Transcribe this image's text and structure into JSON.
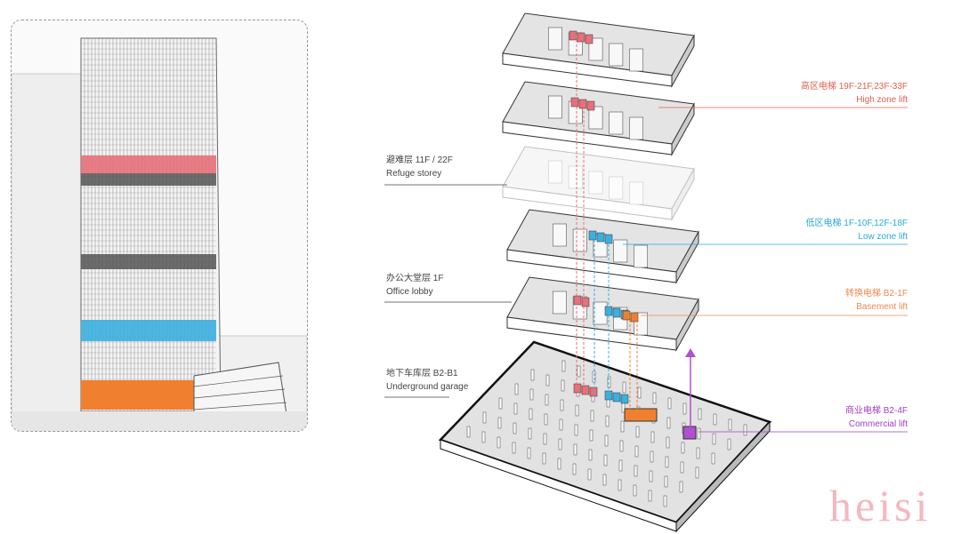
{
  "labels_left": [
    {
      "cn": "避难层 11F / 22F",
      "en": "Refuge storey"
    },
    {
      "cn": "办公大堂层 1F",
      "en": "Office lobby"
    },
    {
      "cn": "地下车库层 B2-B1",
      "en": "Underground garage"
    }
  ],
  "labels_right": [
    {
      "cn": "高区电梯 19F-21F,23F-33F",
      "en": "High zone lift",
      "color": "#e0604f"
    },
    {
      "cn": "低区电梯 1F-10F,12F-18F",
      "en": "Low zone lift",
      "color": "#2ba8d8"
    },
    {
      "cn": "转换电梯 B2-1F",
      "en": "Basement lift",
      "color": "#ec8a50"
    },
    {
      "cn": "商业电梯 B2-4F",
      "en": "Commercial lift",
      "color": "#a040c0"
    }
  ],
  "colors": {
    "high": "#e8707a",
    "low": "#3bb0e0",
    "basement": "#f08030",
    "commercial": "#b050d0",
    "refuge": "#555555"
  },
  "watermark": "heisi"
}
